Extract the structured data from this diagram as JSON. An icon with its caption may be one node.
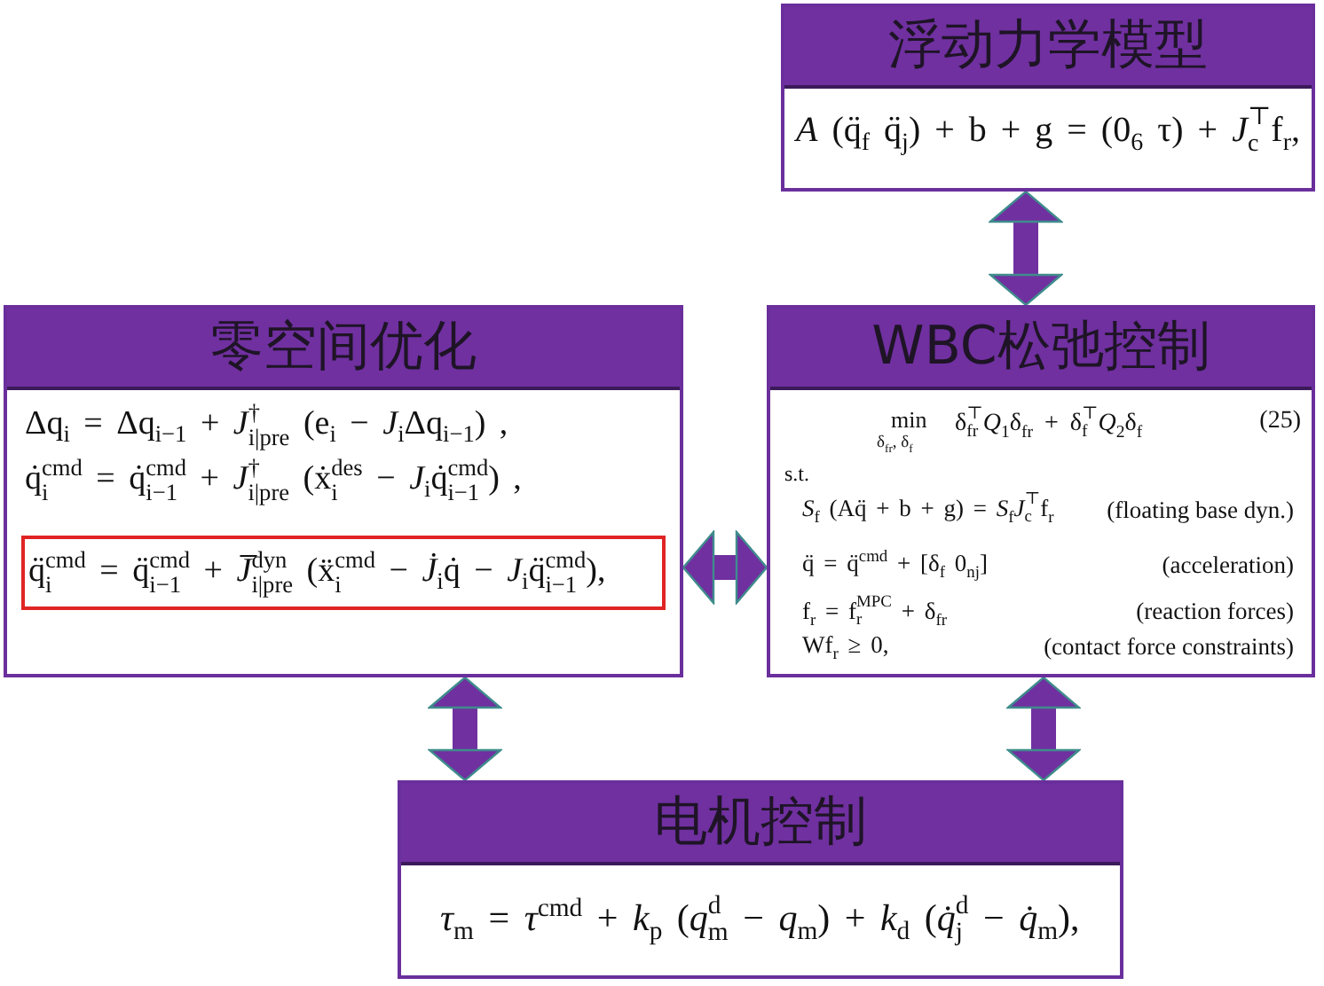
{
  "diagram": {
    "nodes": [
      {
        "text": [
          "浮动力学模型",
          "*A* (q̈$_{f}$ q̈$_{j}$) + b + g = (0$_{6}$ τ) + *J*$_{c}$$^{⊤}$f$_{r}$,"
        ]
      },
      {
        "text": [
          "零空间优化",
          "Δq$_{i}$ = Δq$_{i−1}$ + *J*$_{i|pre}$$^{†}$ (e$_{i}$ − *J*$_{i}$Δq$_{i−1}$) ,",
          "q̇$_{i}$$^{cmd}$ = q̇$_{i−1}$$^{cmd}$ + *J*$_{i|pre}$$^{†}$ (ẋ$_{i}$$^{des}$ − *J*$_{i}$q̇$_{i−1}$$^{cmd}$) ,"
        ]
      },
      {
        "text": [
          "q̈$_{i}$$^{cmd}$ = q̈$_{i−1}$$^{cmd}$ + *J̅*$_{i|pre}$$^{dyn}$ (ẍ$_{i}$$^{cmd}$ − *J̇*$_{i}$q̇ − *J*$_{i}$q̈$_{i−1}$$^{cmd}$),"
        ],
        "in": 1
      },
      {
        "text": [
          "WBC松弛控制",
          "min",
          "δ$_{fr}$, δ$_{f}$",
          "δ$_{fr}$$^{⊤}$*Q*$_{1}$δ$_{fr}$ + δ$_{f}$$^{⊤}$*Q*$_{2}$δ$_{f}$",
          "(25)",
          "s.t.",
          "*S*$_{f}$ (Aq̈ + b + g) = *S*$_{f}$*J*$_{c}$$^{⊤}$f$_{r}$",
          "(floating base dyn.)",
          "q̈ = q̈$^{cmd}$ + [δ$_{f}$ 0$_{nj}$]",
          "(acceleration)",
          "f$_{r}$ = f$_{r}$$^{MPC}$ + δ$_{fr}$",
          "(reaction forces)",
          "Wf$_{r}$ ≥ 0,",
          "(contact force constraints)"
        ]
      },
      {
        "text": [
          "电机控制",
          "*τ*$_{m}$ = *τ*$^{cmd}$ + *k*$_{p}$ (*q*$_{m}$$^{d}$ − *q*$_{m}$) + *k*$_{d}$ (*q̇*$_{j}$$^{d}$ − *q̇*$_{m}$),"
        ]
      }
    ],
    "edges": [
      {
        "from": 0,
        "to": 3,
        "arrow": "both"
      },
      {
        "from": 1,
        "to": 3,
        "arrow": "both"
      },
      {
        "from": 1,
        "to": 4,
        "arrow": "both"
      },
      {
        "from": 3,
        "to": 4,
        "arrow": "both"
      }
    ]
  }
}
